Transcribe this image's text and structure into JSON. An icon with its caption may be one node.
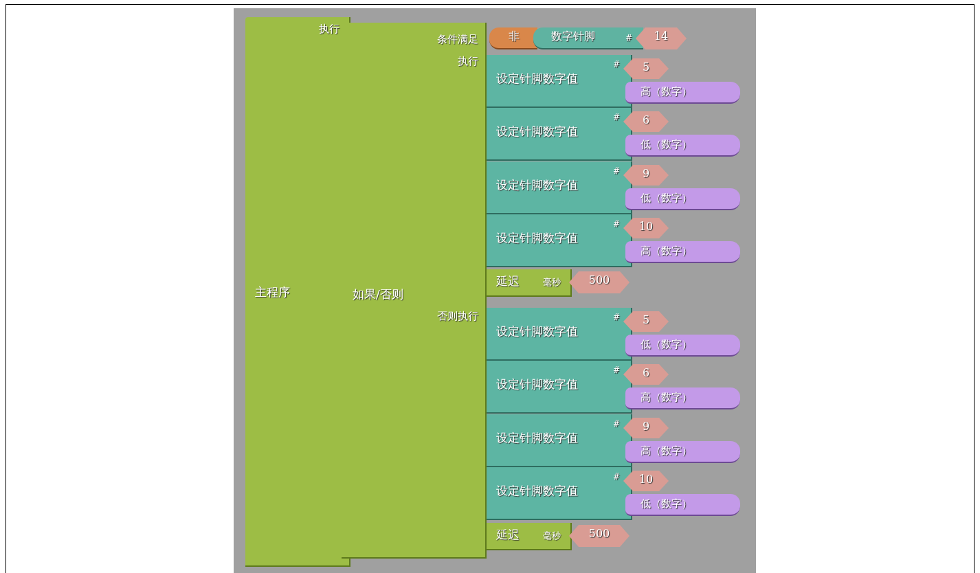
{
  "diagram": {
    "nodes": [
      {
        "text": [
          "主程序",
          "执行"
        ]
      },
      {
        "text": [
          "如果/否则",
          "条件满足",
          "执行",
          "否则执行"
        ]
      },
      {
        "text": [
          "非"
        ]
      },
      {
        "text": [
          "数字针脚",
          "#"
        ]
      },
      {
        "text": [
          "14"
        ]
      },
      {
        "text": [
          "设定针脚数字值",
          "#"
        ]
      },
      {
        "text": [
          "5"
        ]
      },
      {
        "text": [
          "高（数字）"
        ]
      },
      {
        "text": [
          "设定针脚数字值",
          "#"
        ]
      },
      {
        "text": [
          "6"
        ]
      },
      {
        "text": [
          "低（数字）"
        ]
      },
      {
        "text": [
          "设定针脚数字值",
          "#"
        ]
      },
      {
        "text": [
          "9"
        ]
      },
      {
        "text": [
          "低（数字）"
        ]
      },
      {
        "text": [
          "设定针脚数字值",
          "#"
        ]
      },
      {
        "text": [
          "10"
        ]
      },
      {
        "text": [
          "高（数字）"
        ]
      },
      {
        "text": [
          "延迟",
          "毫秒"
        ]
      },
      {
        "text": [
          "500"
        ]
      },
      {
        "text": [
          "设定针脚数字值",
          "#"
        ]
      },
      {
        "text": [
          "5"
        ]
      },
      {
        "text": [
          "低（数字）"
        ]
      },
      {
        "text": [
          "设定针脚数字值",
          "#"
        ]
      },
      {
        "text": [
          "6"
        ]
      },
      {
        "text": [
          "高（数字）"
        ]
      },
      {
        "text": [
          "设定针脚数字值",
          "#"
        ]
      },
      {
        "text": [
          "9"
        ]
      },
      {
        "text": [
          "高（数字）"
        ]
      },
      {
        "text": [
          "设定针脚数字值",
          "#"
        ]
      },
      {
        "text": [
          "10"
        ]
      },
      {
        "text": [
          "低（数字）"
        ]
      },
      {
        "text": [
          "延迟",
          "毫秒"
        ]
      },
      {
        "text": [
          "500"
        ]
      }
    ]
  }
}
